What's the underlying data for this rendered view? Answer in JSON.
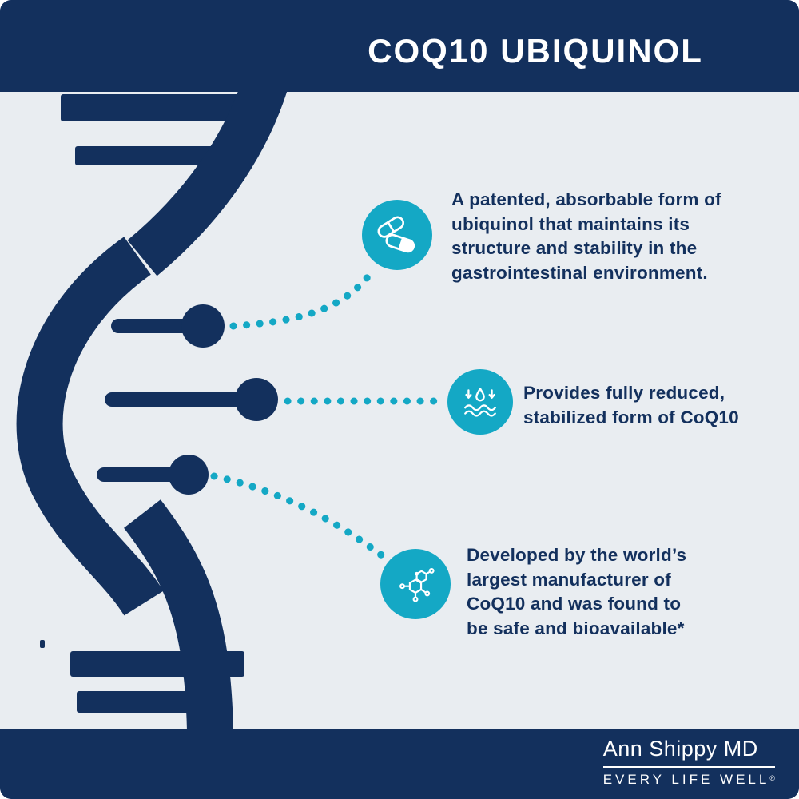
{
  "header": {
    "title": "COQ10 UBIQUINOL"
  },
  "callouts": [
    {
      "icon": "pills-icon",
      "text": "A patented, absorbable form of\nubiquinol that maintains its\nstructure and stability in the\ngastrointestinal environment."
    },
    {
      "icon": "water-stability-icon",
      "text": "Provides fully reduced,\nstabilized form of CoQ10"
    },
    {
      "icon": "molecule-icon",
      "text": "Developed by the world’s\nlargest manufacturer of\nCoQ10 and was found to\nbe safe and bioavailable*"
    }
  ],
  "footer": {
    "brand": "Ann Shippy MD",
    "tagline": "EVERY LIFE WELL",
    "registered_mark": "®"
  },
  "colors": {
    "navy": "#13305d",
    "teal": "#14a8c5",
    "background": "#e9edf1"
  }
}
